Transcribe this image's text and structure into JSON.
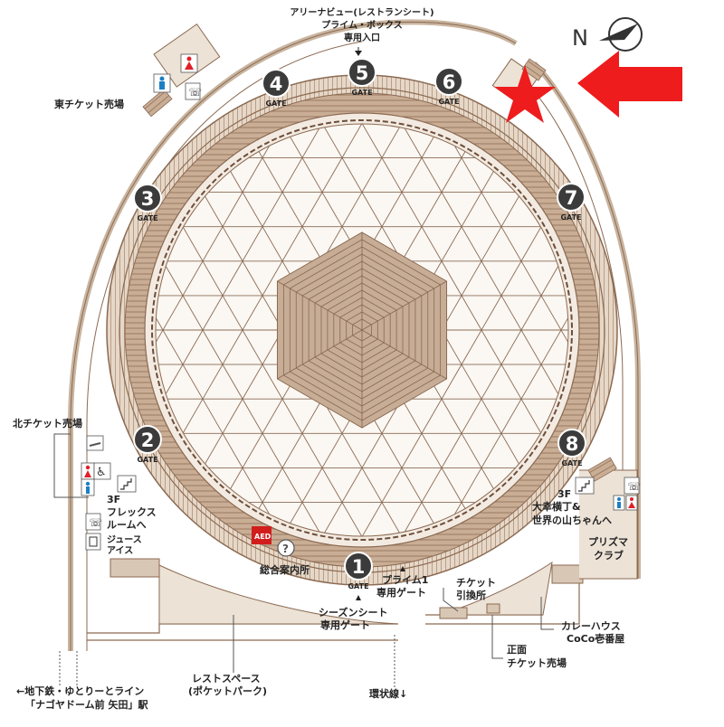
{
  "map": {
    "compass_letter": "N",
    "gate_word": "GATE",
    "gates": [
      {
        "num": "1",
        "name": "gate-1-marker"
      },
      {
        "num": "2",
        "name": "gate-2-marker"
      },
      {
        "num": "3",
        "name": "gate-3-marker"
      },
      {
        "num": "4",
        "name": "gate-4-marker"
      },
      {
        "num": "5",
        "name": "gate-5-marker"
      },
      {
        "num": "6",
        "name": "gate-6-marker"
      },
      {
        "num": "7",
        "name": "gate-7-marker"
      },
      {
        "num": "8",
        "name": "gate-8-marker"
      }
    ],
    "labels": {
      "arena_view_1": "アリーナビュー(レストランシート)",
      "arena_view_2": "プライム・ボックス",
      "arena_view_3": "専用入口",
      "east_ticket": "東チケット売場",
      "north_ticket": "北チケット売場",
      "flex_1": "3F",
      "flex_2": "フレックス",
      "flex_3": "ルームへ",
      "juice_1": "ジュース",
      "juice_2": "アイス",
      "daiko_1": "3F",
      "daiko_2": "大幸横丁&",
      "daiko_3": "世界の山ちゃんへ",
      "prizma_1": "プリズマ",
      "prizma_2": "クラブ",
      "aed": "AED",
      "info": "総合案内所",
      "prime1_1": "プライム1",
      "prime1_2": "専用ゲート",
      "season_1": "シーズンシート",
      "season_2": "専用ゲート",
      "ticket_ex_1": "チケット",
      "ticket_ex_2": "引換所",
      "curry_1": "カレーハウス",
      "curry_2": "CoCo壱番屋",
      "front_ticket_1": "正面",
      "front_ticket_2": "チケット売場",
      "rest_1": "レストスペース",
      "rest_2": "(ポケットパーク)",
      "subway_1": "←地下鉄・ゆとりーとライン",
      "subway_2": "「ナゴヤドーム前 矢田」駅",
      "loop_line": "環状線↓"
    },
    "colors": {
      "ring_brown": "#8b6a52",
      "ring_light": "#d8c7b4",
      "path_tan": "#c9b5a0",
      "roof_line": "#8a6c56",
      "gate_circle": "#3b3b3b",
      "highlight_red": "#ee1c1c",
      "toilet_male": "#1b7fc4",
      "toilet_female": "#e0202a",
      "aed_red": "#d21d1d"
    }
  }
}
